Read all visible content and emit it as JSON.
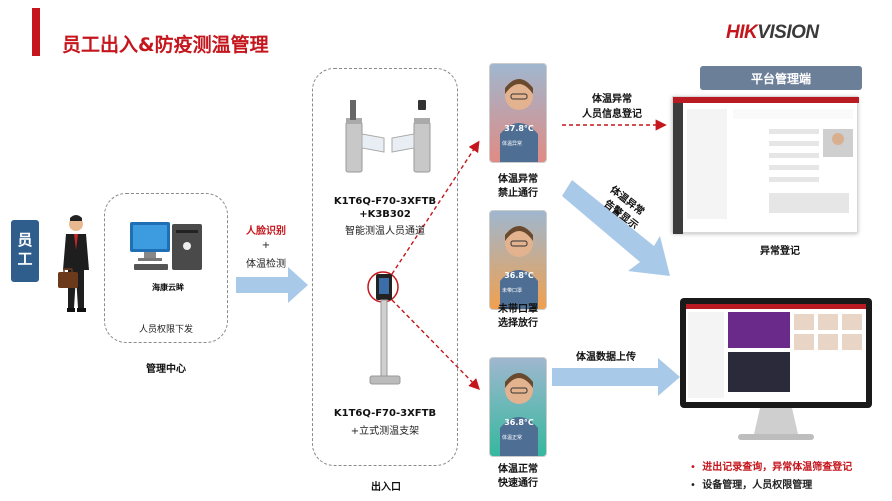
{
  "header": {
    "title": "员工出入&防疫测温管理",
    "logo_hik": "HIK",
    "logo_vision": "VISION"
  },
  "employee": {
    "label": "员工"
  },
  "management": {
    "cloud_label": "海康云眸",
    "permission_label": "人员权限下发",
    "center_label": "管理中心"
  },
  "flow": {
    "face_label": "人脸识别",
    "plus": "+",
    "temp_label": "体温检测"
  },
  "devices": {
    "gate_model": "K1T6Q-F70-3XFTB",
    "gate_addon": "+K3B302",
    "gate_desc": "智能测温人员通道",
    "stand_model": "K1T6Q-F70-3XFTB",
    "stand_desc": "+立式测温支架",
    "entrance_label": "出入口"
  },
  "cases": [
    {
      "temp": "37.8°C",
      "line1": "体温异常",
      "line2": "禁止通行",
      "color": "#d9534f",
      "screen_small": "体温异常"
    },
    {
      "temp": "36.8°C",
      "line1": "未带口罩",
      "line2": "选择放行",
      "color": "#ef8a2c",
      "screen_small": "未带口罩"
    },
    {
      "temp": "36.8°C",
      "line1": "体温正常",
      "line2": "快速通行",
      "color": "#2fb39a",
      "screen_small": "体温正常"
    }
  ],
  "arrows": {
    "abnormal_top": "体温异常",
    "abnormal_bottom": "人员信息登记",
    "alarm_line1": "体温异常",
    "alarm_line2": "告警显示",
    "upload_label": "体温数据上传"
  },
  "platform": {
    "header": "平台管理端",
    "caption": "异常登记"
  },
  "bullets": [
    {
      "text": "进出记录查询，异常体温筛查登记",
      "color": "#c4161c"
    },
    {
      "text": "设备管理，人员权限管理",
      "color": "#222222"
    }
  ],
  "colors": {
    "accent": "#c4161c",
    "arrow": "#9dc3e6",
    "employee_box": "#2f5d8c",
    "platform_head": "#6c7f99"
  }
}
